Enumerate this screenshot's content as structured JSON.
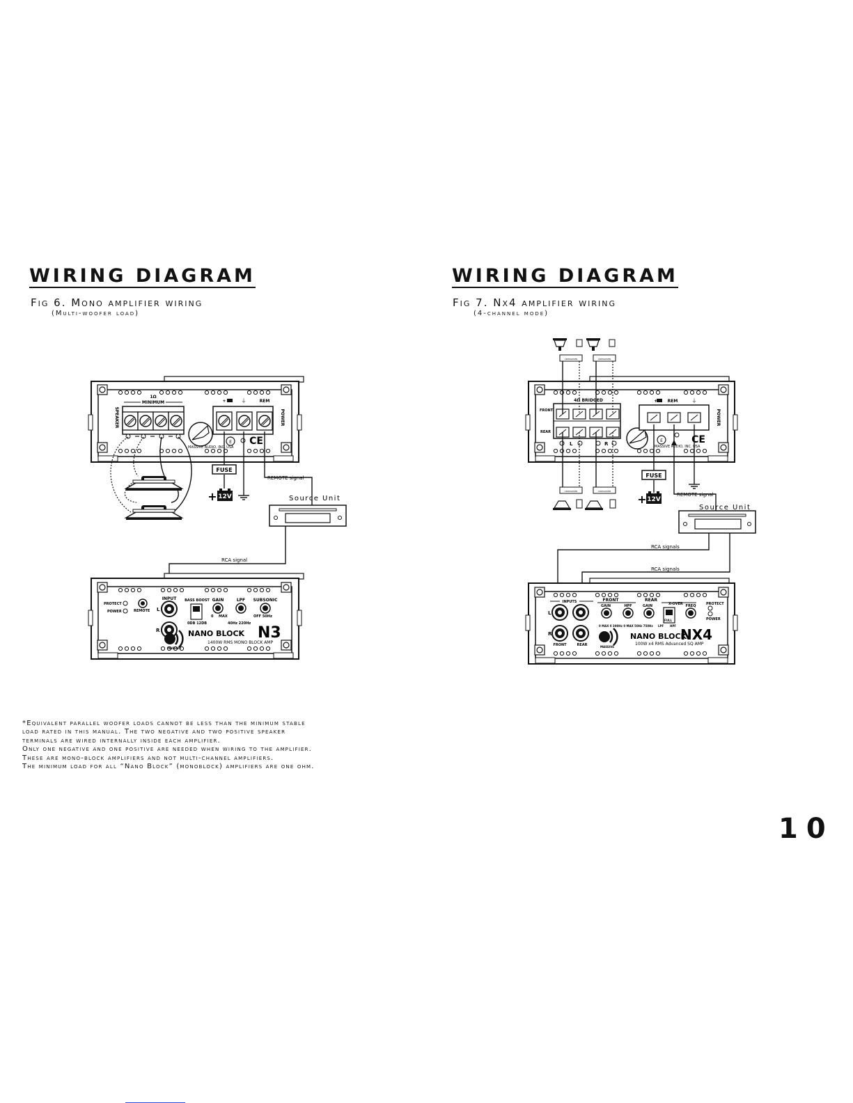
{
  "left": {
    "heading": "Wiring Diagram",
    "fig_title": "Fig 6. Mono amplifier wiring",
    "fig_sub": "(Multi-woofer load)",
    "amp_top": {
      "speaker_label": "SPEAKER",
      "minimum_label": "MINIMUM",
      "ohm_label": "1Ω",
      "power_label": "POWER",
      "rem_label": "REM",
      "brand_text": "MASSIVE AUDIO, INC. USA",
      "ce": "CE"
    },
    "fuse": "FUSE",
    "battery": "12V",
    "plus": "+",
    "remote_signal": "REMOTE signal",
    "source_unit": "Source Unit",
    "rca_signal": "RCA signal",
    "amp_bottom": {
      "protect": "PROTECT",
      "power": "POWER",
      "remote": "REMOTE",
      "input": "INPUT",
      "l": "L",
      "r": "R",
      "bass_boost": "BASS BOOST",
      "gain": "GAIN",
      "lpf": "LPF",
      "subsonic": "SUBSONIC",
      "boost_values": "0DB 12DB",
      "gain_range_min": "0",
      "gain_range_max": "MAX",
      "lpf_range": "40Hz 220Hz",
      "subsonic_range": "OFF 50Hz",
      "brand_name": "NANO BLOCK",
      "model": "N3",
      "massive": "MASSIVE",
      "rating": "1400W RMS MONO BLOCK AMP"
    }
  },
  "right": {
    "heading": "Wiring Diagram",
    "fig_title": "Fig 7. Nx4 amplifier wiring",
    "fig_sub": "(4-channel mode)",
    "amp_top": {
      "front": "FRONT",
      "rear": "REAR",
      "bridged": "4Ω BRIDGED",
      "rem": "REM",
      "power_label": "POWER",
      "brand_text": "MASSIVE AUDIO, INC. USA",
      "ce": "CE",
      "l": "L",
      "r": "R"
    },
    "fuse": "FUSE",
    "battery": "12V",
    "plus": "+",
    "remote_signal": "REMOTE signal",
    "source_unit": "Source Unit",
    "rca_signals_1": "RCA signals",
    "rca_signals_2": "RCA signals",
    "amp_bottom": {
      "inputs": "INPUTS",
      "front": "FRONT",
      "rear": "REAR",
      "gain": "GAIN",
      "hpf": "HPF",
      "x_over": "X-OVER",
      "freq": "FREQ",
      "protect": "PROTECT",
      "power": "POWER",
      "l": "L",
      "r": "R",
      "front_label": "FRONT",
      "rear_label": "REAR",
      "full": "FULL",
      "lpf": "LPF",
      "hpf2": "HPF",
      "ranges": "0 MAX  0 300Hz  0 MAX  50Hz 750Hz",
      "massive": "MASSIVE",
      "brand_name": "NANO BLOCK",
      "model": "NX4",
      "rating": "100W x4 RMS Advanced SQ AMP"
    }
  },
  "note_lines": [
    "*Equivalent parallel woofer loads cannot be less than the minimum stable",
    "load rated in this manual. The two negative and two positive speaker",
    "terminals are wired internally inside each amplifier.",
    "Only one negative and one positive are needed when wiring to the amplifier.",
    "These are mono-block amplifiers and not multi-channel amplifiers.",
    "The minimum load for all “Nano Block” (monoblock) amplifiers are one ohm."
  ],
  "page_number": "10"
}
